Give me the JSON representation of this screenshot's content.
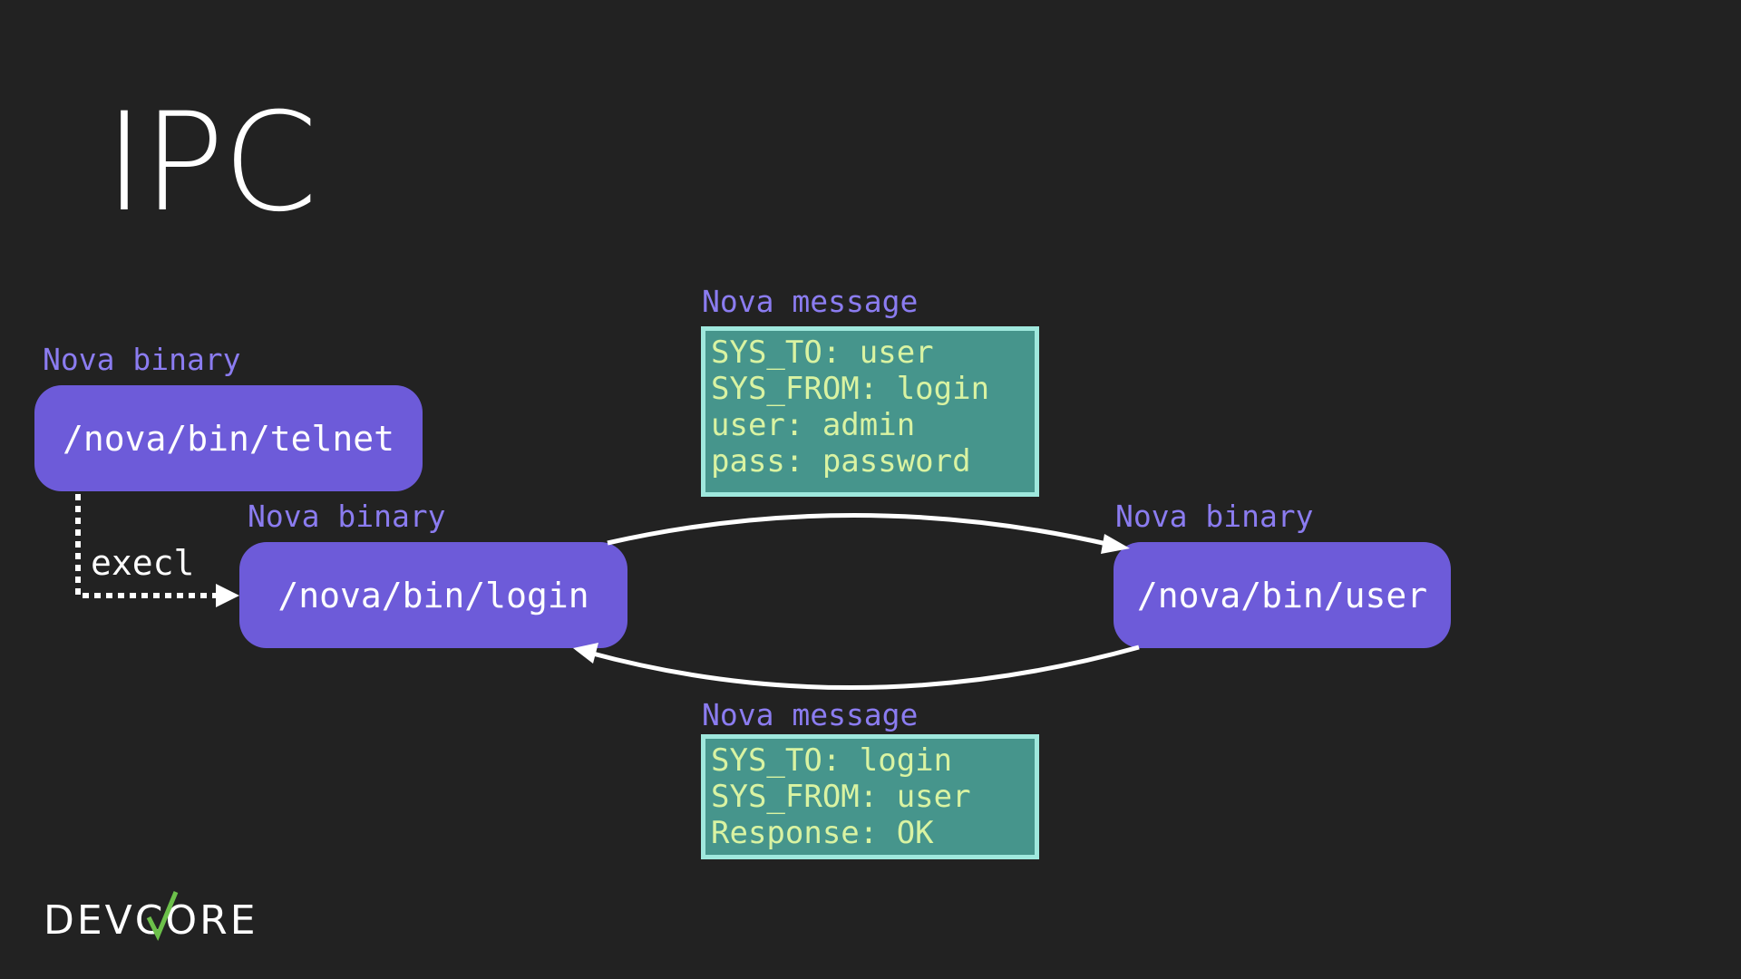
{
  "title": "IPC",
  "label_nova_binary": "Nova binary",
  "label_nova_message": "Nova message",
  "nodes": {
    "telnet": "/nova/bin/telnet",
    "login": "/nova/bin/login",
    "user": "/nova/bin/user"
  },
  "edge_label_execl": "execl",
  "message_request": {
    "lines": [
      "SYS_TO: user",
      "SYS_FROM: login",
      "user: admin",
      "pass: password"
    ]
  },
  "message_response": {
    "lines": [
      "SYS_TO: login",
      "SYS_FROM: user",
      "Response: OK"
    ]
  },
  "logo": "DEVCORE",
  "colors": {
    "background": "#222222",
    "node_fill": "#6d5bd9",
    "label": "#8b7cf0",
    "message_fill": "#46958c",
    "message_border": "#9fe8dd",
    "message_text": "#d9f3a2",
    "logo_check": "#6cc04a"
  }
}
